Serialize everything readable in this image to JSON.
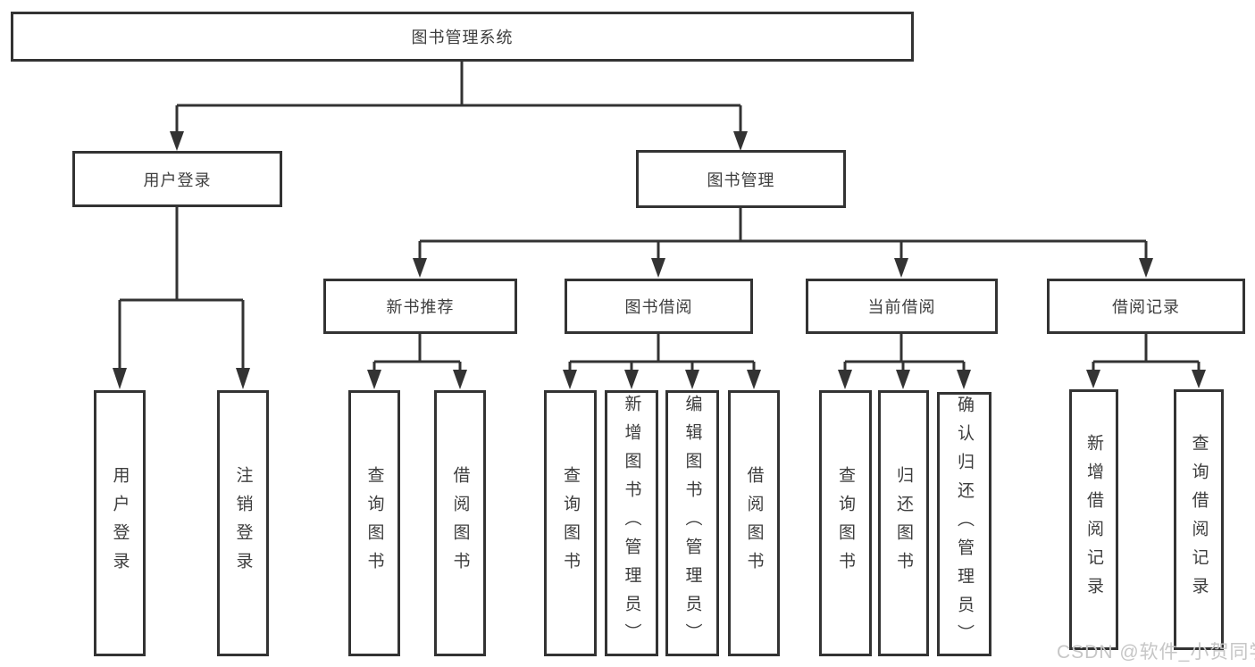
{
  "diagram": {
    "title": "图书管理系统",
    "tree": {
      "label": "图书管理系统",
      "children": [
        {
          "label": "用户登录",
          "children": [
            {
              "label": "用户登录"
            },
            {
              "label": "注销登录"
            }
          ]
        },
        {
          "label": "图书管理",
          "children": [
            {
              "label": "新书推荐",
              "children": [
                {
                  "label": "查询图书"
                },
                {
                  "label": "借阅图书"
                }
              ]
            },
            {
              "label": "图书借阅",
              "children": [
                {
                  "label": "查询图书"
                },
                {
                  "label": "新增图书（管理员）"
                },
                {
                  "label": "编辑图书（管理员）"
                },
                {
                  "label": "借阅图书"
                }
              ]
            },
            {
              "label": "当前借阅",
              "children": [
                {
                  "label": "查询图书"
                },
                {
                  "label": "归还图书"
                },
                {
                  "label": "确认归还（管理员）"
                }
              ]
            },
            {
              "label": "借阅记录",
              "children": [
                {
                  "label": "新增借阅记录"
                },
                {
                  "label": "查询借阅记录"
                }
              ]
            }
          ]
        }
      ]
    },
    "colors": {
      "line": "#333333",
      "text": "#3d3d3d",
      "background": "#ffffff",
      "watermark_text": "#c6c6c6"
    }
  },
  "watermark": "CSDN @软件_小贺同学"
}
